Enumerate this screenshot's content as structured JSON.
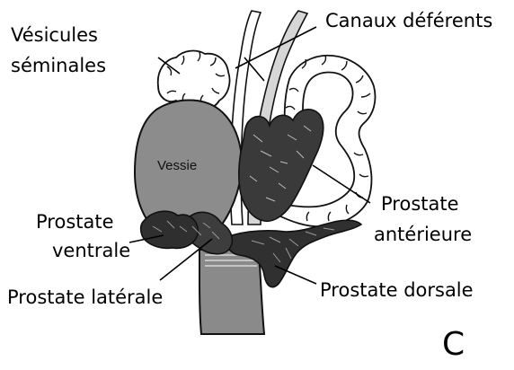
{
  "labels": {
    "vesicules_line1": "Vésicules",
    "vesicules_line2": "séminales",
    "canaux": "Canaux déférents",
    "vessie": "Vessie",
    "prostate_anterieure_line1": "Prostate",
    "prostate_anterieure_line2": "antérieure",
    "prostate_ventrale_line1": "Prostate",
    "prostate_ventrale_line2": "ventrale",
    "prostate_laterale": "Prostate latérale",
    "prostate_dorsale": "Prostate dorsale",
    "panel_letter": "C"
  },
  "colors": {
    "bladder": "#8c8c8c",
    "anterior_prostate": "#3a3a3a",
    "ventral_prostate": "#2f2f2f",
    "dorsal_prostate": "#303030",
    "urethra": "#8a8a8a",
    "vesicles": "#ffffff",
    "outline": "#111111"
  }
}
